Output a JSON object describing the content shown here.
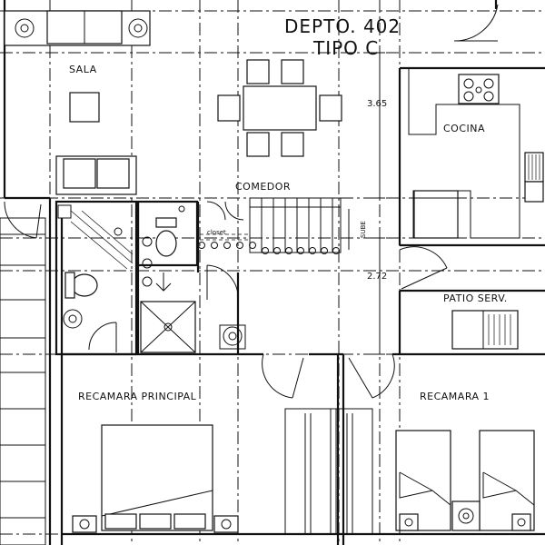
{
  "title": {
    "line1": "DEPTO. 402",
    "line2": "TIPO C"
  },
  "rooms": {
    "sala": "SALA",
    "comedor": "COMEDOR",
    "cocina": "COCINA",
    "patio": "PATIO SERV.",
    "recamara_principal": "RECAMARA PRINCIPAL",
    "recamara_1": "RECAMARA 1",
    "closet": "closet"
  },
  "dimensions": {
    "d1": "3.65",
    "d2": "2.72"
  },
  "stair": {
    "label": "SUBE"
  },
  "colors": {
    "line": "#111111",
    "background": "#ffffff"
  }
}
